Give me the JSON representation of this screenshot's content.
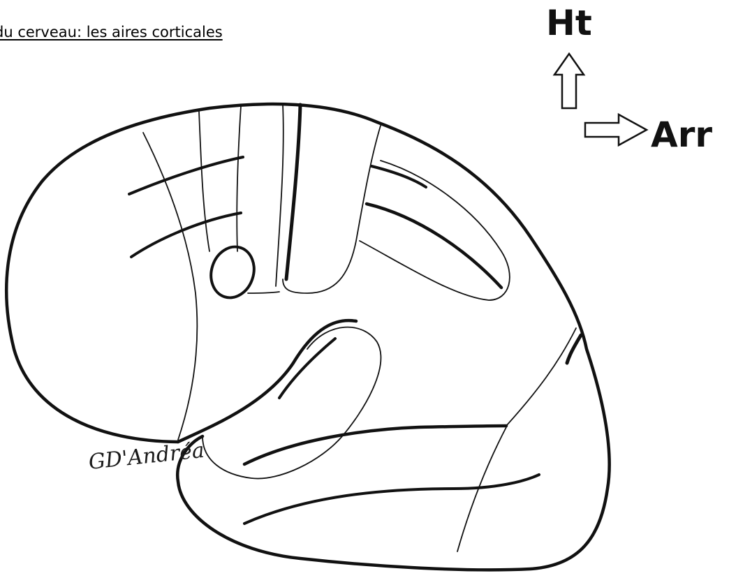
{
  "title": "du cerveau: les aires corticales",
  "orientation": {
    "up_label": "Ht",
    "right_label": "Arr"
  },
  "colors": {
    "ink": "#111111",
    "paper": "#ffffff"
  },
  "icons": {
    "up_arrow": "up-arrow-icon",
    "right_arrow": "right-arrow-icon"
  },
  "signature": "GD'Andréa"
}
